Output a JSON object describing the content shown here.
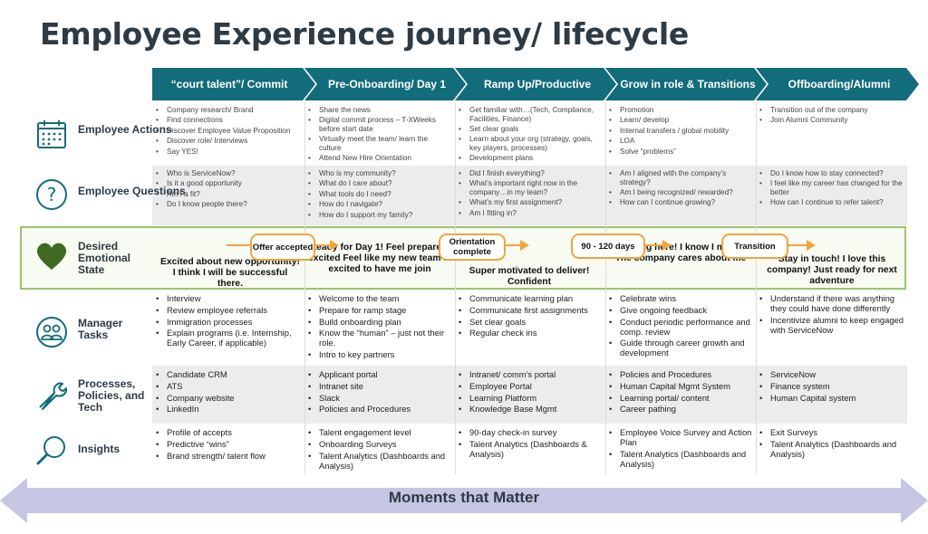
{
  "title": "Employee Experience journey/ lifecycle",
  "stages": [
    "“court talent”/ Commit",
    "Pre-Onboarding/ Day 1",
    "Ramp Up/Productive",
    "Grow in role  & Transitions",
    "Offboarding/Alumni"
  ],
  "rows": {
    "actions": {
      "label": "Employee Actions",
      "cells": [
        [
          "Company research/ Brand",
          "Find connections",
          "Discover Employee Value Proposition",
          "Discover role/ Interviews",
          "Say YES!"
        ],
        [
          "Share the news",
          "Digital commit process – T-XWeeks before start date",
          "Virtually meet the team/ learn the culture",
          "Attend New Hire Orientation"
        ],
        [
          "Get familiar with…(Tech, Compliance, Facilities, Finance)",
          "Set clear goals",
          "Learn about your org (strategy, goals, key players, processes)",
          "Development plans"
        ],
        [
          "Promotion",
          "Learn/ develop",
          "Internal transfers / global mobility",
          "LOA",
          "Solve “problems”"
        ],
        [
          "Transition out of the company",
          "Join Alumni Community"
        ]
      ]
    },
    "questions": {
      "label": "Employee Questions",
      "cells": [
        [
          "Who is ServiceNow?",
          "Is it a good opportunity",
          "Am I a fit?",
          "Do I know people there?"
        ],
        [
          "Who is my community?",
          "What do I care about?",
          "What tools do I need?",
          "How do I navigate?",
          "How do I support my family?"
        ],
        [
          "Did I finish everything?",
          "What’s important right now in the company…in my team?",
          "What’s my first assignment?",
          "Am I fitting in?"
        ],
        [
          "Am I aligned with the company’s strategy?",
          "Am I being recognized/ rewarded?",
          "How can I continue growing?"
        ],
        [
          "Do I know how to stay connected?",
          "I feel like my career has changed for the better",
          "How can I continue to refer talent?"
        ]
      ]
    },
    "emotional": {
      "label": "Desired Emotional State",
      "states": [
        "Excited about new opportunity! I think I will be successful there.",
        "Ready for Day 1! Feel prepared/ excited Feel like my new team is excited to have me join",
        "Super motivated to deliver! Confident",
        "I belong here! I know I matter The company cares about me",
        "Stay in touch! I love this company! Just ready for next adventure"
      ],
      "milestones": [
        "Offer accepted",
        "Orientation complete",
        "90  - 120 days",
        "Transition"
      ]
    },
    "manager": {
      "label": "Manager Tasks",
      "cells": [
        [
          "Interview",
          "Review employee referrals",
          "Immigration processes",
          "Explain programs (i.e. Internship, Early Career, if applicable)"
        ],
        [
          "Welcome to the team",
          "Prepare for ramp stage",
          "Build onboarding plan",
          "Know the “human” – just not their role.",
          "Intro to key partners"
        ],
        [
          "Communicate learning plan",
          "Communicate first assignments",
          "Set clear goals",
          "Regular check ins"
        ],
        [
          "Celebrate wins",
          "Give ongoing feedback",
          "Conduct periodic performance and comp. review",
          "Guide through career growth and development"
        ],
        [
          "Understand if there was anything they could have done differently",
          "Incentivize alumni to keep engaged with ServiceNow"
        ]
      ]
    },
    "processes": {
      "label": "Processes, Policies, and Tech",
      "cells": [
        [
          "Candidate CRM",
          "ATS",
          "Company website",
          "LinkedIn"
        ],
        [
          "Applicant portal",
          "Intranet site",
          "Slack",
          "Policies and Procedures"
        ],
        [
          "Intranet/ comm’s portal",
          "Employee Portal",
          "Learning Platform",
          "Knowledge Base Mgmt"
        ],
        [
          "Policies and Procedures",
          "Human Capital Mgmt System",
          "Learning portal/ content",
          "Career pathing"
        ],
        [
          "ServiceNow",
          "Finance system",
          "Human Capital system"
        ]
      ]
    },
    "insights": {
      "label": "Insights",
      "cells": [
        [
          "Profile of accepts",
          "Predictive “wins”",
          "Brand strength/ talent flow"
        ],
        [
          "Talent engagement level",
          "Onboarding Surveys",
          "Talent Analytics (Dashboards and Analysis)"
        ],
        [
          "90-day check-in survey",
          "Talent Analytics (Dashboards & Analysis)"
        ],
        [
          "Employee Voice Survey and Action Plan",
          "Talent Analytics (Dashboards and Analysis)"
        ],
        [
          "Exit Surveys",
          "Talent Analytics (Dashboards and Analysis)"
        ]
      ]
    }
  },
  "footer": "Moments that Matter",
  "colors": {
    "teal": "#136c7a",
    "green": "#3f6a22",
    "orange": "#f0a53c",
    "grey": "#ececec"
  }
}
